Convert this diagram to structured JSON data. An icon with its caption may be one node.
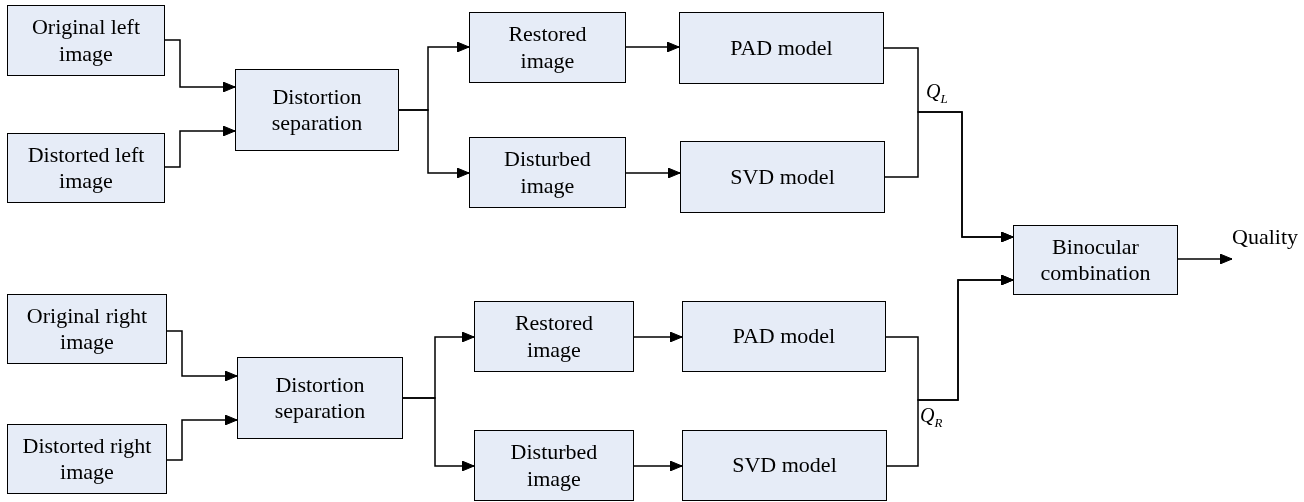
{
  "diagram": {
    "nodes": [
      {
        "text": [
          "Original left image"
        ]
      },
      {
        "text": [
          "Distorted left image"
        ]
      },
      {
        "text": [
          "Distortion separation"
        ]
      },
      {
        "text": [
          "Restored image"
        ]
      },
      {
        "text": [
          "Disturbed image"
        ]
      },
      {
        "text": [
          "PAD model"
        ]
      },
      {
        "text": [
          "SVD model"
        ]
      },
      {
        "text": [
          "Binocular combination"
        ]
      },
      {
        "text": [
          "Quality"
        ]
      },
      {
        "text": [
          "Original right image"
        ]
      },
      {
        "text": [
          "Distorted right image"
        ]
      },
      {
        "text": [
          "Distortion separation"
        ]
      },
      {
        "text": [
          "Restored image"
        ]
      },
      {
        "text": [
          "Disturbed image"
        ]
      },
      {
        "text": [
          "PAD model"
        ]
      },
      {
        "text": [
          "SVD model"
        ]
      }
    ],
    "edges": [
      {
        "from": 0,
        "to": 2,
        "arrow": "to"
      },
      {
        "from": 1,
        "to": 2,
        "arrow": "to"
      },
      {
        "from": 2,
        "to": 3,
        "arrow": "to"
      },
      {
        "from": 2,
        "to": 4,
        "arrow": "to"
      },
      {
        "from": 3,
        "to": 5,
        "arrow": "to"
      },
      {
        "from": 4,
        "to": 6,
        "arrow": "to"
      },
      {
        "from": 5,
        "to": 7,
        "arrow": "to"
      },
      {
        "from": 6,
        "to": 7,
        "arrow": "to"
      },
      {
        "from": 7,
        "to": 8,
        "arrow": "to"
      },
      {
        "from": 9,
        "to": 11,
        "arrow": "to"
      },
      {
        "from": 10,
        "to": 11,
        "arrow": "to"
      },
      {
        "from": 11,
        "to": 12,
        "arrow": "to"
      },
      {
        "from": 11,
        "to": 13,
        "arrow": "to"
      },
      {
        "from": 12,
        "to": 14,
        "arrow": "to"
      },
      {
        "from": 13,
        "to": 15,
        "arrow": "to"
      },
      {
        "from": 14,
        "to": 7,
        "arrow": "to"
      },
      {
        "from": 15,
        "to": 7,
        "arrow": "to"
      }
    ],
    "labels": [
      "Q$_{L}$",
      "Q$_{R}$"
    ]
  }
}
